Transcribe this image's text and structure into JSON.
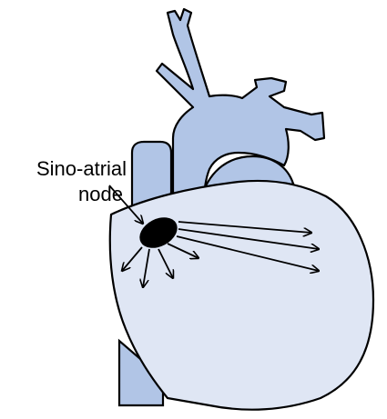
{
  "diagram": {
    "label": {
      "line1": "Sino-atrial",
      "line2": "node"
    },
    "colors": {
      "vessel": "#b1c5e6",
      "heart": "#dfe6f4",
      "outline": "#000000",
      "node": "#000000"
    },
    "icons": {
      "pointer": "arrow-pointer",
      "conduction": "arrow"
    }
  }
}
